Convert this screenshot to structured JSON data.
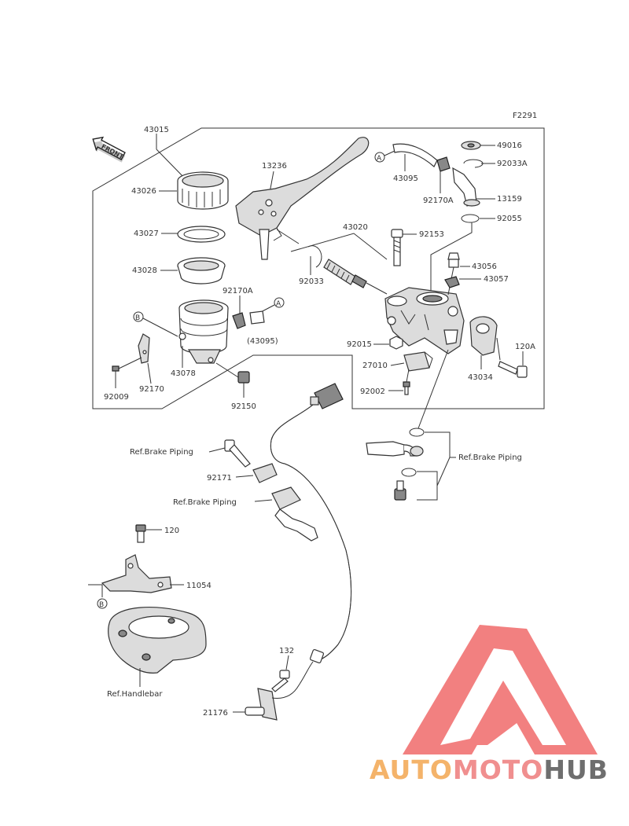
{
  "diagram": {
    "code": "F2291",
    "front_label": "FRONT",
    "labels": {
      "p43015": "43015",
      "p43026": "43026",
      "p43027": "43027",
      "p43028": "43028",
      "p13236": "13236",
      "p43020": "43020",
      "p92033": "92033",
      "p92170A_a": "92170A",
      "pA1": "A",
      "pA2": "A",
      "p43095_paren": "(43095)",
      "pB1": "B",
      "pB2": "B",
      "p43078": "43078",
      "p92170": "92170",
      "p92009": "92009",
      "p92150": "92150",
      "p43095": "43095",
      "p92170A_b": "92170A",
      "p49016": "49016",
      "p92033A": "92033A",
      "p13159": "13159",
      "p92055": "92055",
      "p92153": "92153",
      "p43056": "43056",
      "p43057": "43057",
      "p92015": "92015",
      "p27010": "27010",
      "p92002": "92002",
      "p120A": "120A",
      "p43034": "43034",
      "ref_piping_1": "Ref.Brake Piping",
      "p92171": "92171",
      "ref_piping_2": "Ref.Brake Piping",
      "ref_piping_3": "Ref.Brake Piping",
      "p120": "120",
      "p11054": "11054",
      "ref_handlebar": "Ref.Handlebar",
      "p132": "132",
      "p21176": "21176"
    }
  },
  "logo": {
    "part1": "AUTO",
    "part2": "MOTO",
    "part3": "HUB",
    "color1": "#f4b36a",
    "color2": "#f08f8f",
    "color3": "#6e6e6e",
    "mark_color": "#f06b6b"
  }
}
